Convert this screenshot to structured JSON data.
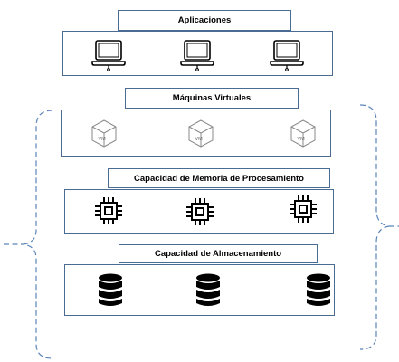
{
  "layers": {
    "applications": {
      "title": "Aplicaciones",
      "icon": "laptop-icon"
    },
    "virtual_machines": {
      "title": "Máquinas Virtuales",
      "icon": "vm-cube-icon",
      "vm_label": "VM"
    },
    "processing": {
      "title": "Capacidad de Memoria de Procesamiento",
      "icon": "cpu-chip-icon"
    },
    "storage": {
      "title": "Capacidad de Almacenamiento",
      "icon": "database-icon"
    }
  },
  "bracket": {
    "style": "dashed",
    "side": "both"
  },
  "colors": {
    "border": "#4a6c93",
    "bracket": "#5b84b8",
    "icon": "#000000",
    "vm_icon": "#8a8a8a"
  }
}
